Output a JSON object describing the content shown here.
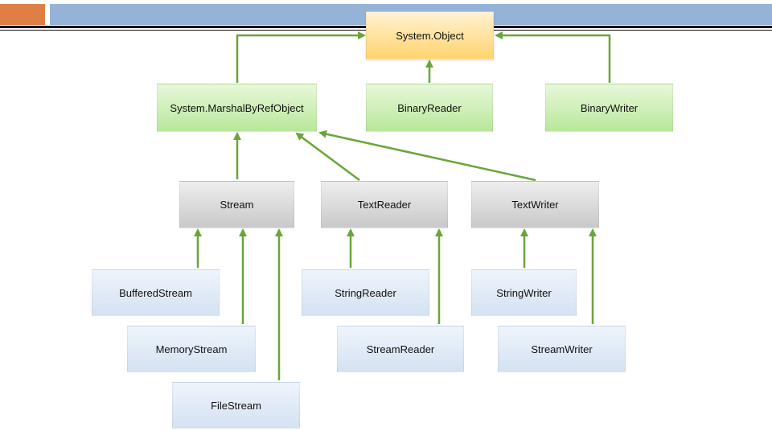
{
  "diagram": {
    "nodes": {
      "system_object": "System.Object",
      "marshal": "System.MarshalByRefObject",
      "binary_reader": "BinaryReader",
      "binary_writer": "BinaryWriter",
      "stream": "Stream",
      "text_reader": "TextReader",
      "text_writer": "TextWriter",
      "buffered_stream": "BufferedStream",
      "memory_stream": "MemoryStream",
      "file_stream": "FileStream",
      "string_reader": "StringReader",
      "stream_reader": "StreamReader",
      "string_writer": "StringWriter",
      "stream_writer": "StreamWriter"
    },
    "edges": [
      {
        "from": "marshal",
        "to": "system_object"
      },
      {
        "from": "binary_reader",
        "to": "system_object"
      },
      {
        "from": "binary_writer",
        "to": "system_object"
      },
      {
        "from": "stream",
        "to": "marshal"
      },
      {
        "from": "text_reader",
        "to": "marshal"
      },
      {
        "from": "text_writer",
        "to": "marshal"
      },
      {
        "from": "buffered_stream",
        "to": "stream"
      },
      {
        "from": "memory_stream",
        "to": "stream"
      },
      {
        "from": "file_stream",
        "to": "stream"
      },
      {
        "from": "string_reader",
        "to": "text_reader"
      },
      {
        "from": "stream_reader",
        "to": "text_reader"
      },
      {
        "from": "string_writer",
        "to": "text_writer"
      },
      {
        "from": "stream_writer",
        "to": "text_writer"
      }
    ],
    "colors": {
      "arrow": "#6aa53a",
      "root": "#ffd36e",
      "level1": "#b8e79a",
      "level2": "#c9c9c9",
      "level3": "#d4e2f2",
      "header_accent": "#e07f45",
      "header_bar": "#95b3d7"
    }
  }
}
